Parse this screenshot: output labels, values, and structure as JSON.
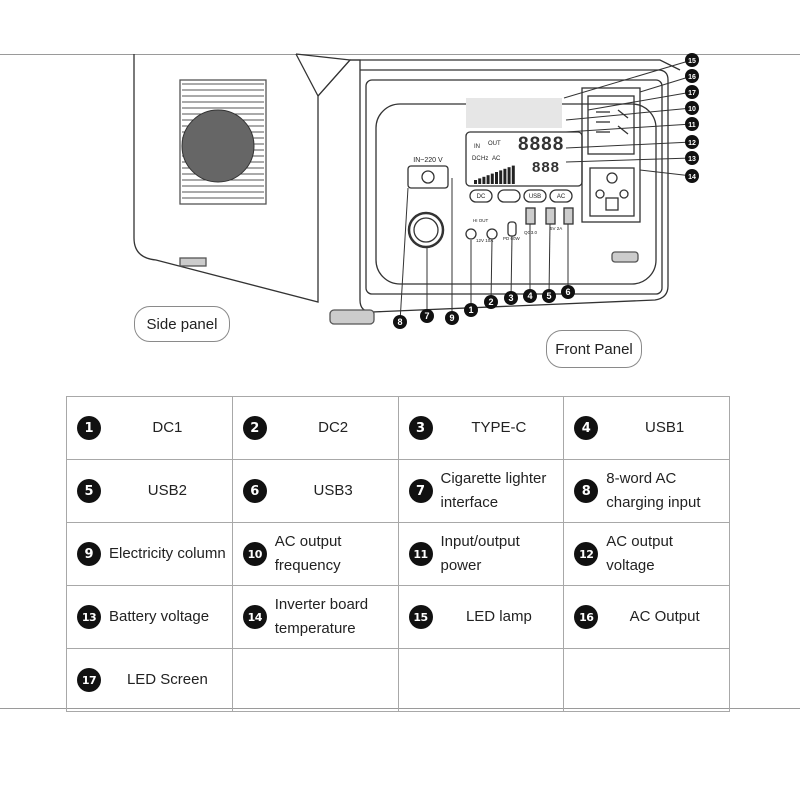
{
  "labels": {
    "side_panel": "Side panel",
    "front_panel": "Front Panel",
    "input_voltage": "IN~220 V",
    "in": "IN",
    "out": "OUT",
    "dc": "DC",
    "ac": "AC",
    "hz": "Hz",
    "btn_dc": "DC",
    "btn_usb": "USB",
    "btn_ac": "AC",
    "hi_out": "HI OUT",
    "dc_spec": "12V 10A",
    "pd_spec": "PD 60W",
    "qc_spec": "QC3.0",
    "usb_spec": "5V 2A",
    "seg_top": "8888",
    "seg_bottom": "888"
  },
  "callouts": [
    "1",
    "2",
    "3",
    "4",
    "5",
    "6",
    "7",
    "8",
    "9",
    "10",
    "11",
    "12",
    "13",
    "14",
    "15",
    "16",
    "17"
  ],
  "legend": [
    [
      {
        "n": "1",
        "t": "DC1"
      },
      {
        "n": "2",
        "t": "DC2"
      },
      {
        "n": "3",
        "t": "TYPE-C"
      },
      {
        "n": "4",
        "t": "USB1"
      }
    ],
    [
      {
        "n": "5",
        "t": "USB2"
      },
      {
        "n": "6",
        "t": "USB3"
      },
      {
        "n": "7",
        "t": "Cigarette lighter interface"
      },
      {
        "n": "8",
        "t": "8-word AC charging input"
      }
    ],
    [
      {
        "n": "9",
        "t": "Electricity column"
      },
      {
        "n": "10",
        "t": "AC output frequency"
      },
      {
        "n": "11",
        "t": "Input/output power"
      },
      {
        "n": "12",
        "t": "AC output voltage"
      }
    ],
    [
      {
        "n": "13",
        "t": "Battery voltage"
      },
      {
        "n": "14",
        "t": "Inverter board temperature"
      },
      {
        "n": "15",
        "t": "LED lamp"
      },
      {
        "n": "16",
        "t": "AC Output"
      }
    ],
    [
      {
        "n": "17",
        "t": "LED Screen"
      }
    ]
  ]
}
